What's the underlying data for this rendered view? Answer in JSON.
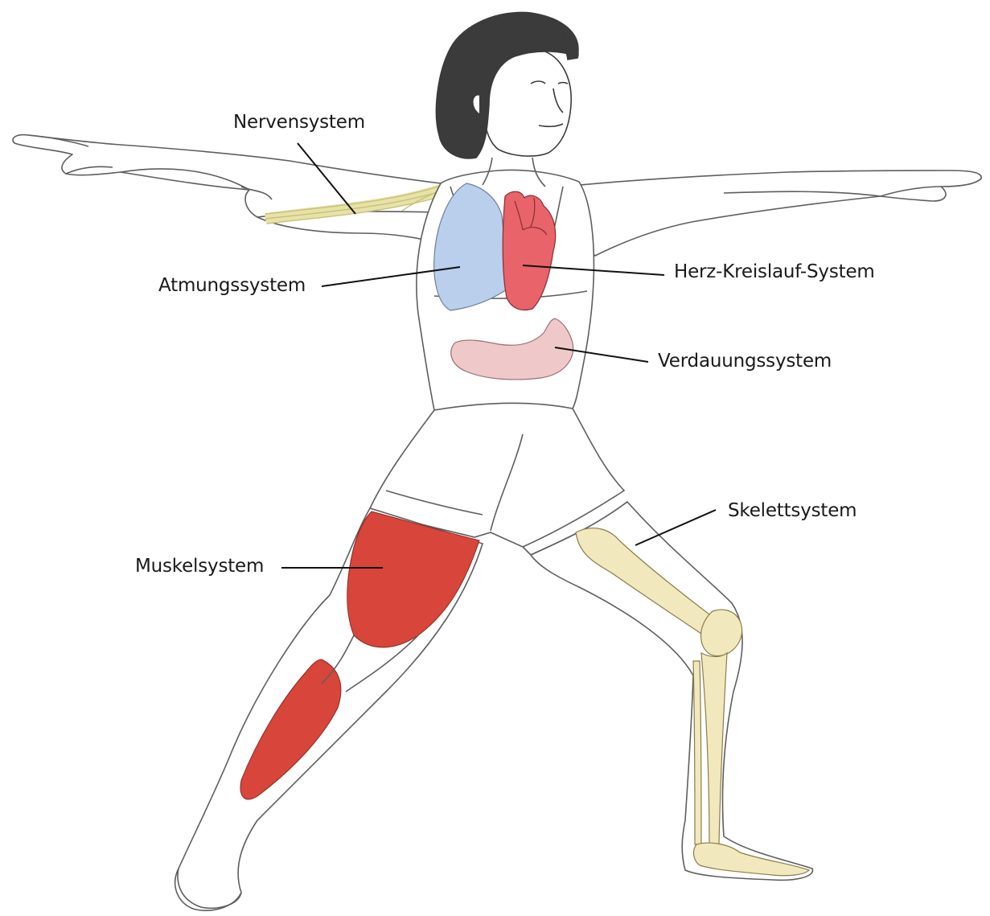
{
  "labels": {
    "nervous": "Nervensystem",
    "respiratory": "Atmungssystem",
    "cardiovascular": "Herz-Kreislauf-System",
    "digestive": "Verdauungssystem",
    "skeletal": "Skelettsystem",
    "muscular": "Muskelsystem"
  },
  "colors": {
    "outline": "#5a5a5a",
    "skin": "#ffffff",
    "hair": "#3b3b3b",
    "lung": "#b9cfec",
    "heart": "#e8646a",
    "stomach": "#efc9c9",
    "bone": "#f1e9bd",
    "muscle": "#d8453a",
    "nerve": "#ebe6b0"
  }
}
